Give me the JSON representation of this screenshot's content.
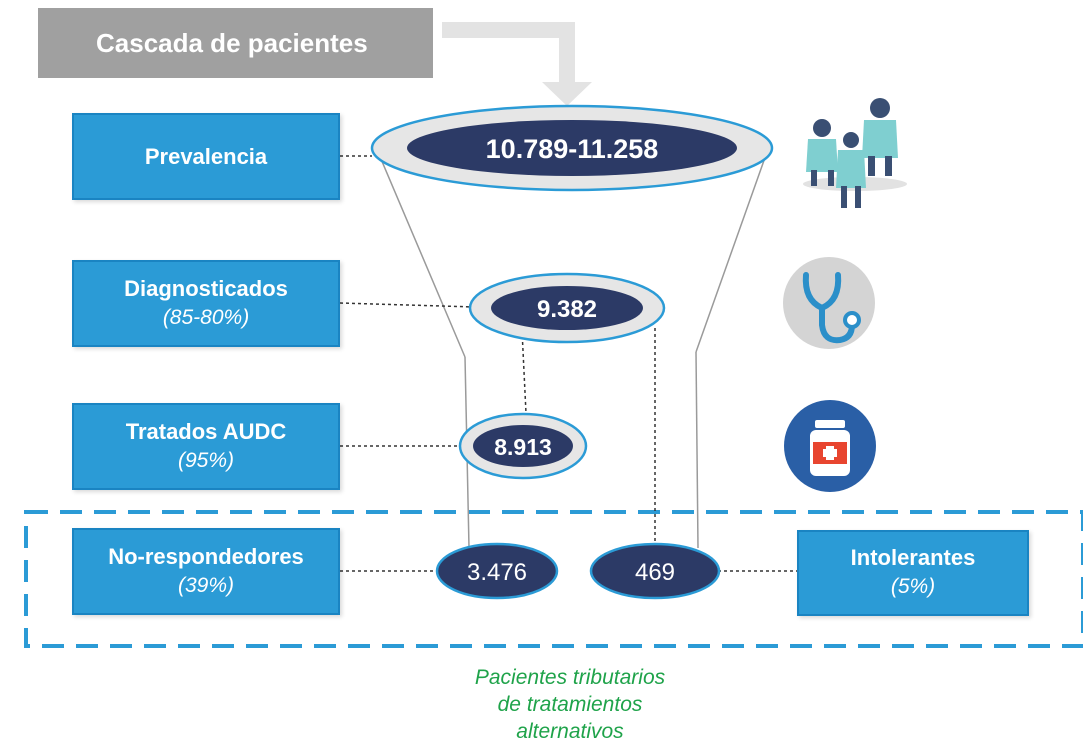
{
  "title": "Cascada de pacientes",
  "stages": {
    "prevalencia": {
      "name": "Prevalencia",
      "value": "10.789-11.258"
    },
    "diagnosticados": {
      "name": "Diagnosticados",
      "pct": "(85-80%)",
      "value": "9.382"
    },
    "tratados": {
      "name": "Tratados AUDC",
      "pct": "(95%)",
      "value": "8.913"
    },
    "no_respondedores": {
      "name": "No-respondedores",
      "pct": "(39%)",
      "value": "3.476"
    },
    "intolerantes": {
      "name": "Intolerantes",
      "pct": "(5%)",
      "value": "469"
    }
  },
  "footer": {
    "line1": "Pacientes tributarios",
    "line2": "de tratamientos",
    "line3": "alternativos"
  },
  "icons": [
    "patients-group-icon",
    "stethoscope-icon",
    "medicine-bottle-icon"
  ],
  "colors": {
    "box_blue": "#2b9bd6",
    "navy": "#2c3a66",
    "green_text": "#1fa34a",
    "dashed_border": "#2b9bd6",
    "title_gray": "#a0a0a0"
  }
}
